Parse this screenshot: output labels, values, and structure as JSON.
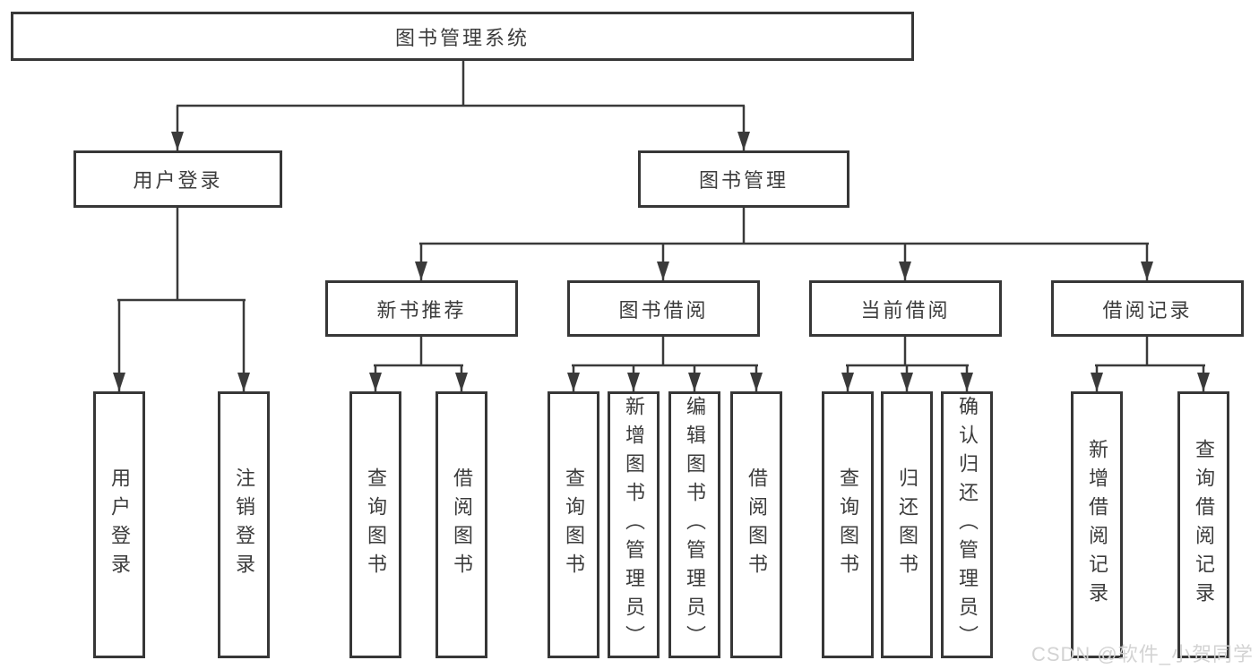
{
  "diagram": {
    "title": "图书管理系统",
    "root": {
      "label": "图书管理系统"
    },
    "level2": {
      "user_login": {
        "label": "用户登录"
      },
      "book_management": {
        "label": "图书管理"
      }
    },
    "level3": {
      "new_book_recommend": {
        "label": "新书推荐"
      },
      "book_borrow": {
        "label": "图书借阅"
      },
      "current_borrow": {
        "label": "当前借阅"
      },
      "borrow_records": {
        "label": "借阅记录"
      }
    },
    "leaves": {
      "user_login": [
        "用户登录",
        "注销登录"
      ],
      "new_book_recommend": [
        "查询图书",
        "借阅图书"
      ],
      "book_borrow": [
        "查询图书",
        "新增图书（管理员）",
        "编辑图书（管理员）",
        "借阅图书"
      ],
      "current_borrow": [
        "查询图书",
        "归还图书",
        "确认归还（管理员）"
      ],
      "borrow_records": [
        "新增借阅记录",
        "查询借阅记录"
      ]
    }
  },
  "watermark": "CSDN @软件_小贺同学",
  "colors": {
    "line": "#3a3a3a",
    "box_border": "#373737",
    "text": "#3c3c3c",
    "watermark": "#d1d1d1",
    "background": "#ffffff"
  }
}
